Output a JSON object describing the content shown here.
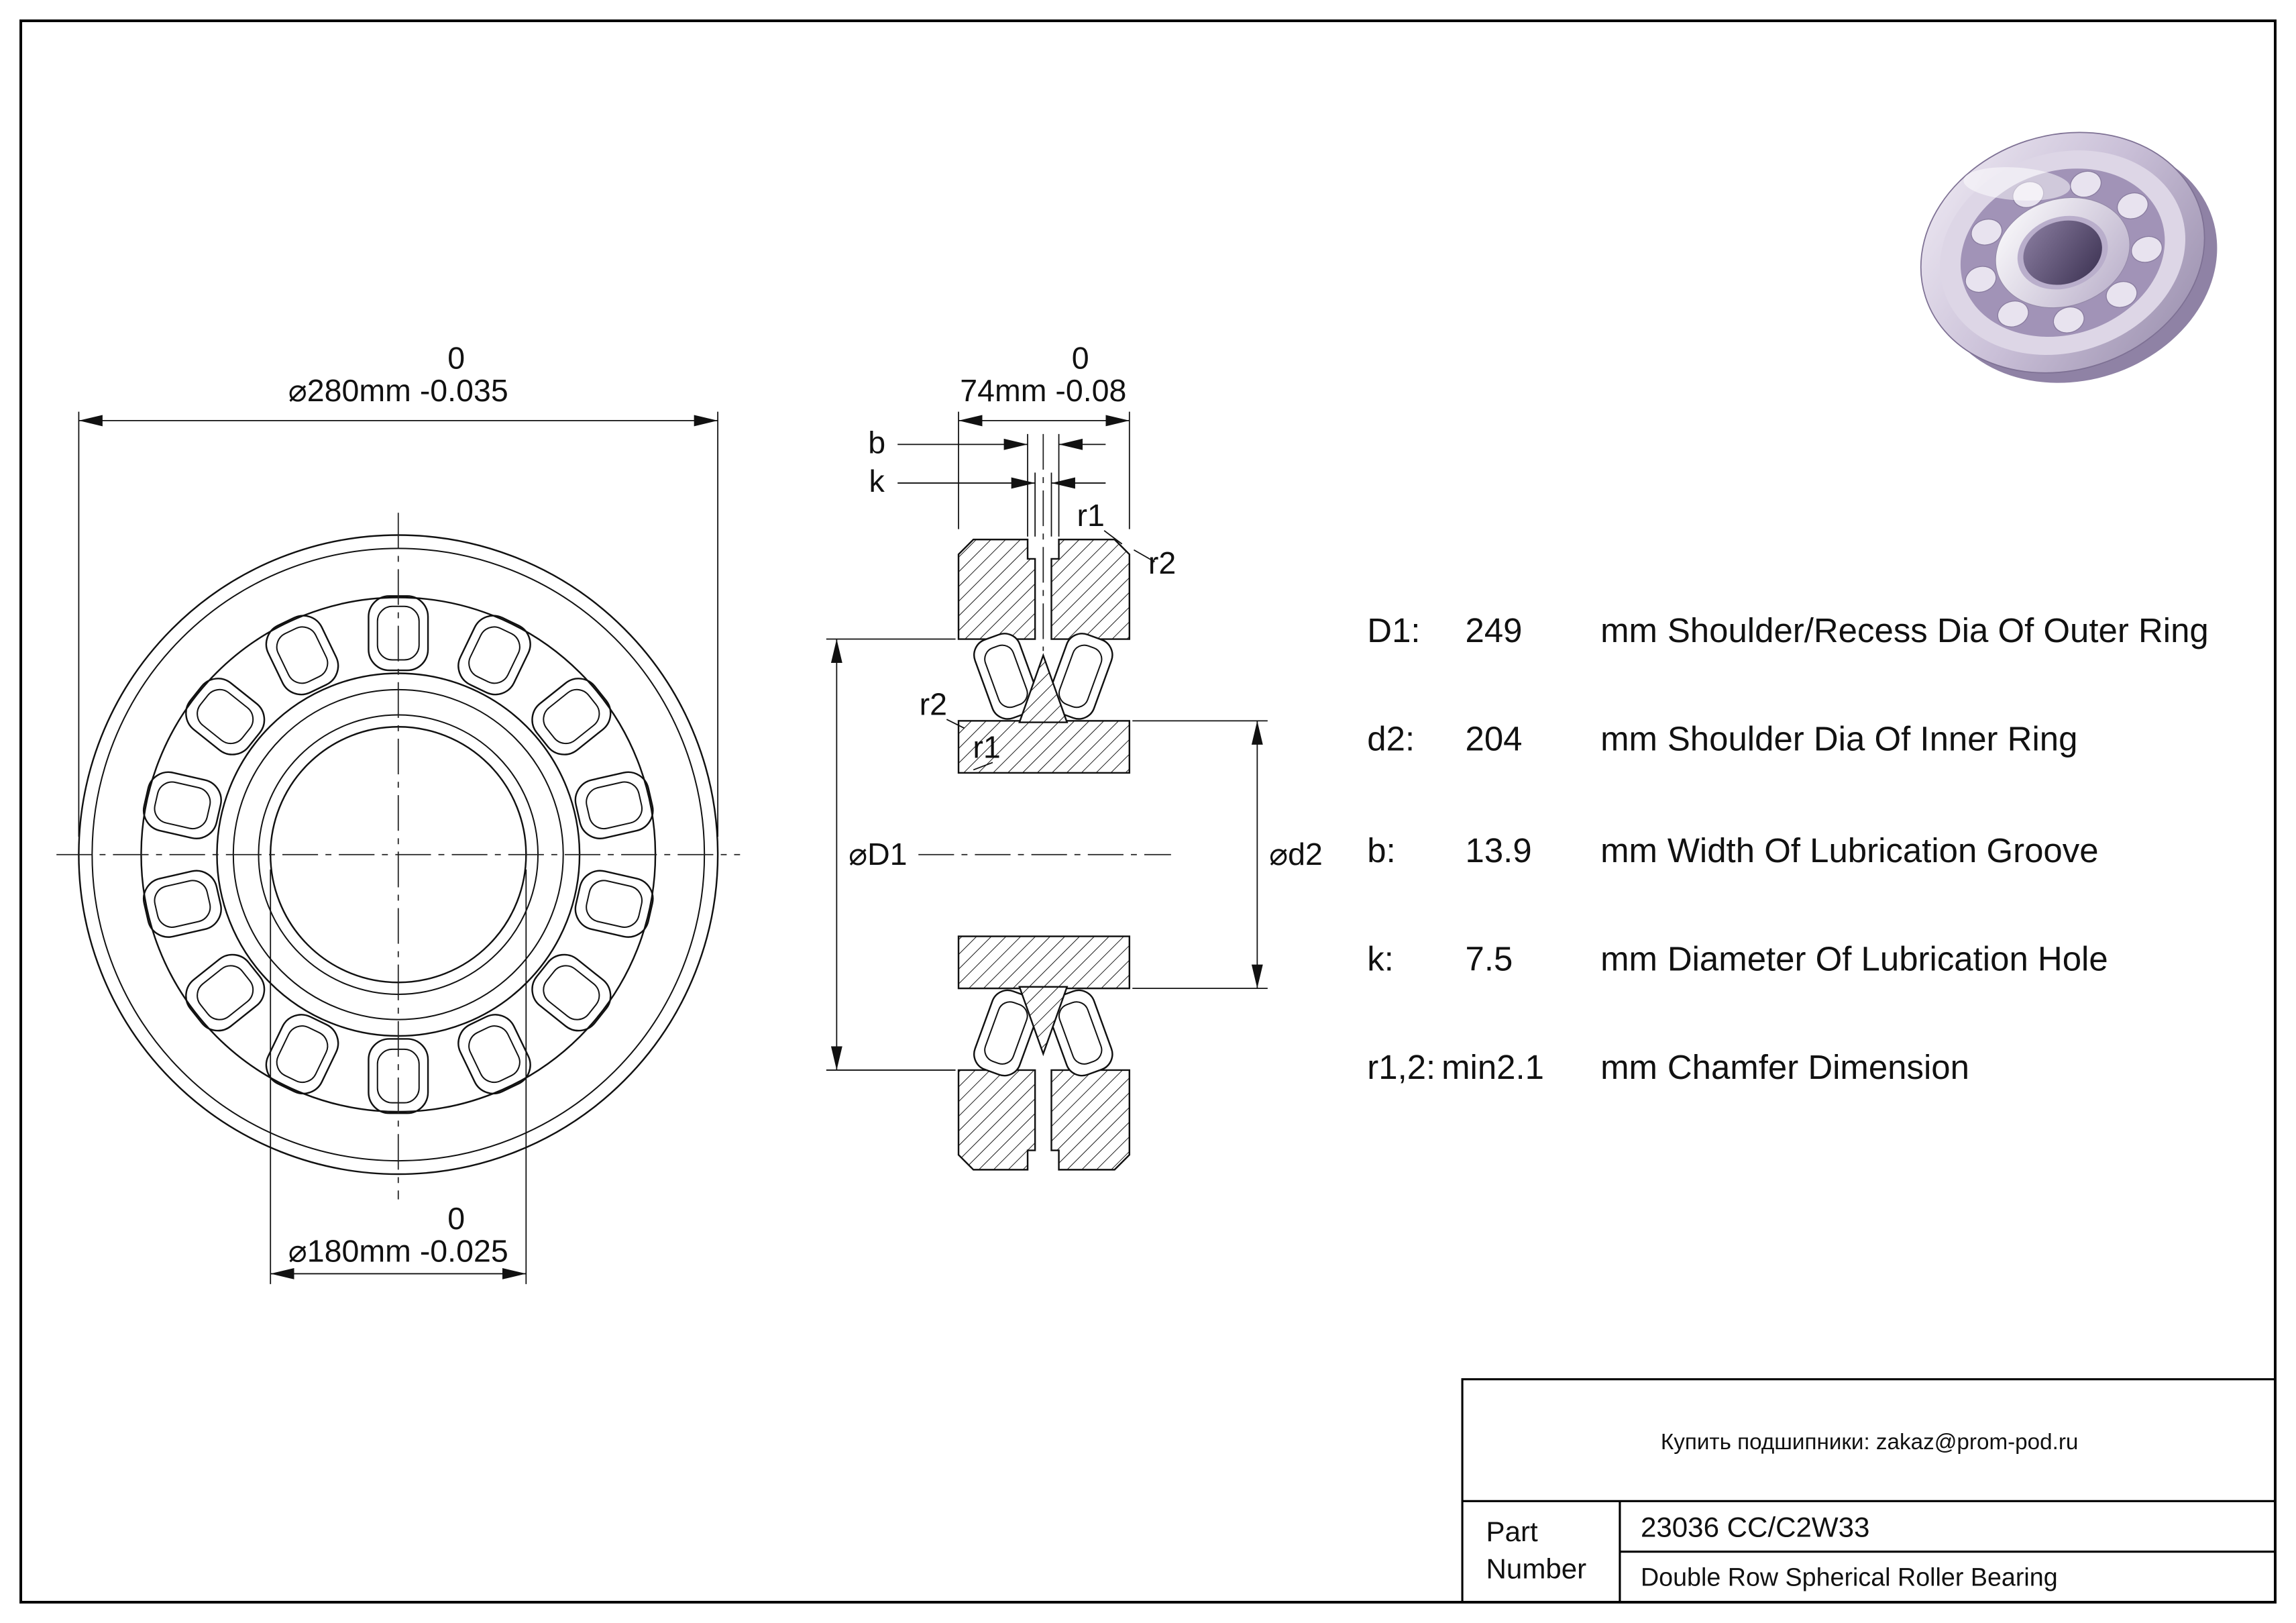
{
  "front_view": {
    "od_tol_zero": "0",
    "od_label": "⌀280mm -0.035",
    "bore_tol_zero": "0",
    "bore_label": "⌀180mm -0.025"
  },
  "section_view": {
    "width_tol_zero": "0",
    "width_label": "74mm -0.08",
    "groove_label": "b",
    "hole_label": "k",
    "chamfer_r1": "r1",
    "chamfer_r2": "r2",
    "d1_label": "⌀D1",
    "d2_label": "⌀d2"
  },
  "specs": [
    {
      "name": "D1:",
      "value": "249",
      "unit": "mm",
      "desc": "Shoulder/Recess Dia Of Outer Ring"
    },
    {
      "name": "d2:",
      "value": "204",
      "unit": "mm",
      "desc": "Shoulder Dia Of Inner Ring"
    },
    {
      "name": "b:",
      "value": "13.9",
      "unit": "mm",
      "desc": "Width Of Lubrication Groove"
    },
    {
      "name": "k:",
      "value": "7.5",
      "unit": "mm",
      "desc": "Diameter Of Lubrication Hole"
    },
    {
      "name": "r1,2:",
      "value": "min2.1",
      "unit": "mm",
      "desc": "Chamfer Dimension"
    }
  ],
  "title_block": {
    "contact": "Купить подшипники: zakaz@prom-pod.ru",
    "part_label_line1": "Part",
    "part_label_line2": "Number",
    "part_number": "23036 CC/C2W33",
    "description": "Double Row Spherical Roller Bearing"
  }
}
